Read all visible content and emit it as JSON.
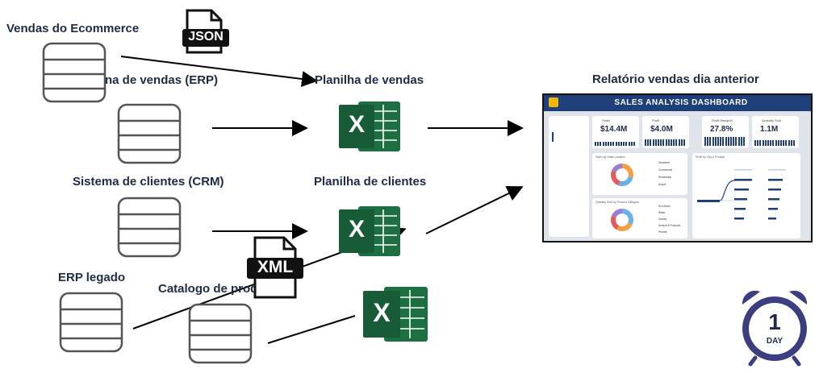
{
  "sources": {
    "ecommerce": "Vendas do Ecommerce",
    "erp": "na de vendas (ERP)",
    "crm": "Sistema de clientes (CRM)",
    "erp_legado": "ERP legado",
    "catalogo": "Catalogo de produto"
  },
  "files": {
    "json": "JSON",
    "xml": "XML",
    "excel_letter": "X"
  },
  "targets": {
    "planilha_vendas": "Planilha de vendas",
    "planilha_clientes": "Planilha de clientes",
    "relatorio": "Relatório vendas dia anterior"
  },
  "dashboard": {
    "title": "SALES ANALYSIS DASHBOARD",
    "kpis": [
      {
        "label": "Sales",
        "value": "$14.4M"
      },
      {
        "label": "Profit",
        "value": "$4.0M"
      },
      {
        "label": "Profit Margin%",
        "value": "27.8%"
      },
      {
        "label": "Quantity Sold",
        "value": "1.1M"
      }
    ],
    "panels": {
      "sales_location": "Sales by State Location",
      "quantity_category": "Quantity Sold by Product Category",
      "profit_city": "Profit by City & Product"
    },
    "sales_location_legend": [
      "Storefront",
      "Commercial",
      "Residential",
      "Airport"
    ],
    "quantity_category_legend": [
      "Hi-fi Audio",
      "Radio",
      "Games",
      "Service & Products",
      "Phones"
    ]
  },
  "clock": {
    "number": "1",
    "unit": "DAY"
  },
  "colors": {
    "navy": "#1f2a44",
    "excel_green": "#1d6f42",
    "excel_light": "#33a066",
    "dashboard_header": "#1e3f7a",
    "clock_ring": "#3b3f80",
    "donut": [
      "#f59e42",
      "#6ab0e8",
      "#e25c5c",
      "#9b7fd4"
    ]
  },
  "icons": [
    "database-icon",
    "json-file-icon",
    "xml-file-icon",
    "excel-icon",
    "alarm-clock-icon"
  ]
}
